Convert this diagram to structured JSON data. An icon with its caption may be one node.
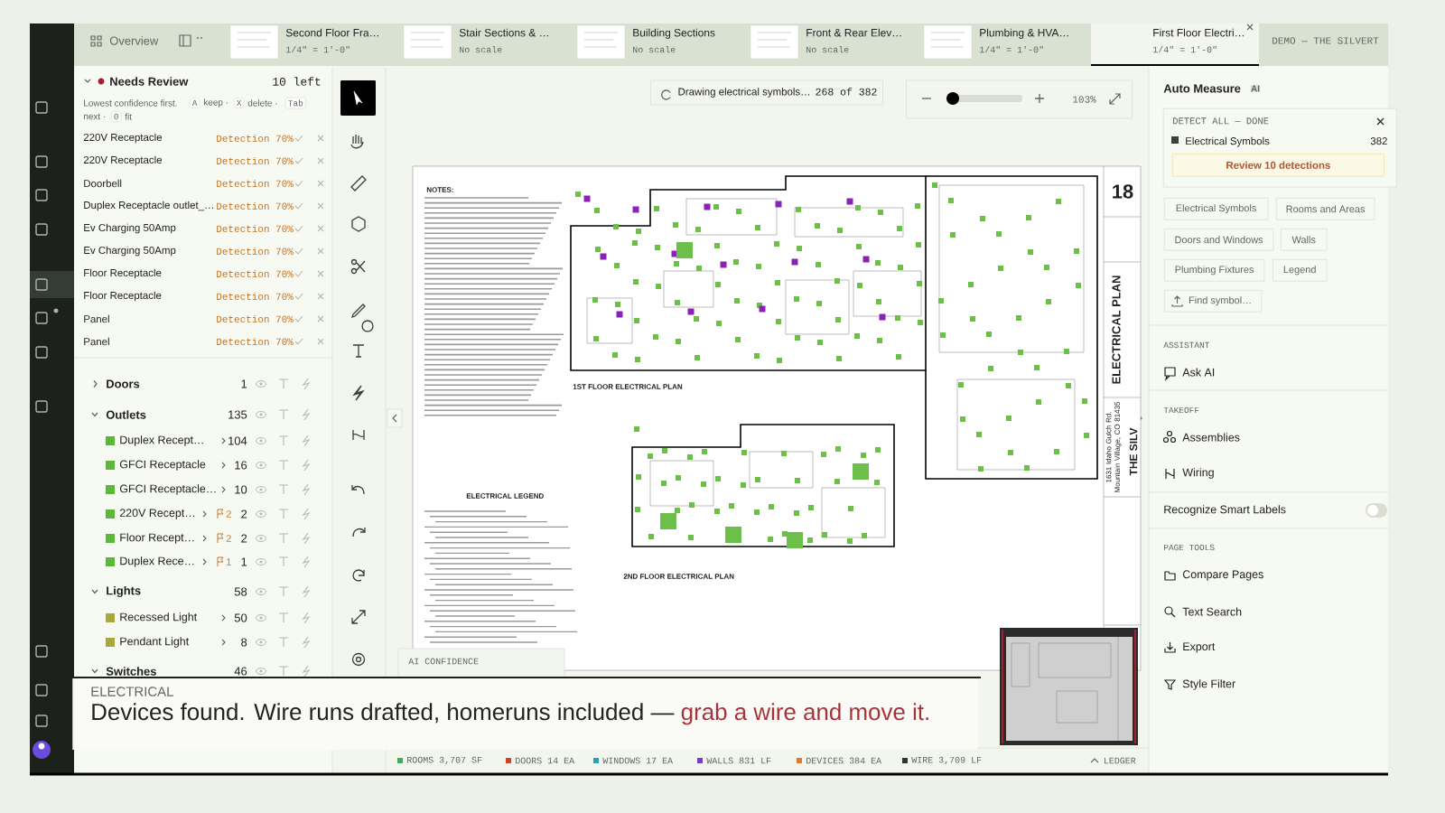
{
  "diagram": {
    "nodes": [
      {
        "text": [
          "Second Floor Fra…",
          "1/4\" = 1'-0\""
        ]
      },
      {
        "text": [
          "Stair Sections & …",
          "No scale"
        ]
      },
      {
        "text": [
          "Building Sections",
          "No scale"
        ]
      },
      {
        "text": [
          "Front & Rear Elev…",
          "No scale"
        ]
      },
      {
        "text": [
          "Plumbing & HVA…",
          "1/4\" = 1'-0\""
        ]
      },
      {
        "text": [
          "First Floor Electri…",
          "1/4\" = 1'-0\""
        ]
      },
      {
        "text": [
          "Drawing electrical symbols…",
          "268 of 382"
        ]
      },
      {
        "text": [
          "103%"
        ]
      },
      {
        "text": [
          "DETECT ALL — DONE",
          "Electrical Symbols",
          "382"
        ]
      },
      {
        "text": [
          "Review 10 detections"
        ],
        "in": 8
      },
      {
        "text": [
          "Electrical Symbols"
        ]
      },
      {
        "text": [
          "Rooms and Areas"
        ]
      },
      {
        "text": [
          "Doors and Windows"
        ]
      },
      {
        "text": [
          "Walls"
        ]
      },
      {
        "text": [
          "Plumbing Fixtures"
        ]
      },
      {
        "text": [
          "Legend"
        ]
      },
      {
        "text": [
          "Find symbol…"
        ]
      },
      {
        "text": [
          "ELECTRICAL",
          "Devices found. Wire runs drafted, homeruns included —",
          "grab a wire and move it."
        ]
      }
    ],
    "labels": [
      "Overview",
      "DEMO — THE SILVERT",
      "Needs Review",
      "10 left",
      "Lowest confidence first.",
      "A",
      "keep ·",
      "X",
      "delete ·",
      "Tab",
      "next ·",
      "0",
      "fit",
      "220V Receptacle",
      "Detection 70%",
      "220V Receptacle",
      "Detection 70%",
      "Doorbell",
      "Detection 70%",
      "Duplex Receptacle outlet_…",
      "Detection 70%",
      "Ev Charging 50Amp",
      "Detection 70%",
      "Ev Charging 50Amp",
      "Detection 70%",
      "Floor Receptacle",
      "Detection 70%",
      "Floor Receptacle",
      "Detection 70%",
      "Panel",
      "Detection 70%",
      "Panel",
      "Detection 70%",
      "Doors",
      "1",
      "Outlets",
      "135",
      "Duplex Recept…",
      "104",
      "GFCI Receptacle",
      "16",
      "GFCI Receptacle…",
      "10",
      "220V Recept…",
      "2",
      "2",
      "Floor Recept…",
      "2",
      "2",
      "Duplex Rece…",
      "1",
      "1",
      "Lights",
      "58",
      "Recessed Light",
      "50",
      "Pendant Light",
      "8",
      "Switches",
      "46",
      "Auto Measure",
      "AI",
      "NOTES:",
      "1ST FLOOR ELECTRICAL PLAN",
      "ELECTRICAL LEGEND",
      "2ND FLOOR ELECTRICAL PLAN",
      "18",
      "ELECTRICAL PLAN",
      "1631 Idaho Gulch Rd. Mountain Village, CO 81435",
      "THE SILV",
      "AI CONFIDENCE",
      "ASSISTANT",
      "Ask AI",
      "TAKEOFF",
      "Assemblies",
      "Wiring",
      "Recognize Smart Labels",
      "PAGE TOOLS",
      "Compare Pages",
      "Text Search",
      "Export",
      "Style Filter",
      "LEDGER"
    ],
    "legend": [
      {
        "text": "ROOMS 3,707 SF",
        "color": "#3cae5a"
      },
      {
        "text": "DOORS 14 EA",
        "color": "#d0402a"
      },
      {
        "text": "WINDOWS 17 EA",
        "color": "#2aa0b0"
      },
      {
        "text": "WALLS 831 LF",
        "color": "#7a3cc8"
      },
      {
        "text": "DEVICES 384 EA",
        "color": "#e07a2a"
      },
      {
        "text": "WIRE 3,709 LF",
        "color": "#333333"
      }
    ]
  }
}
